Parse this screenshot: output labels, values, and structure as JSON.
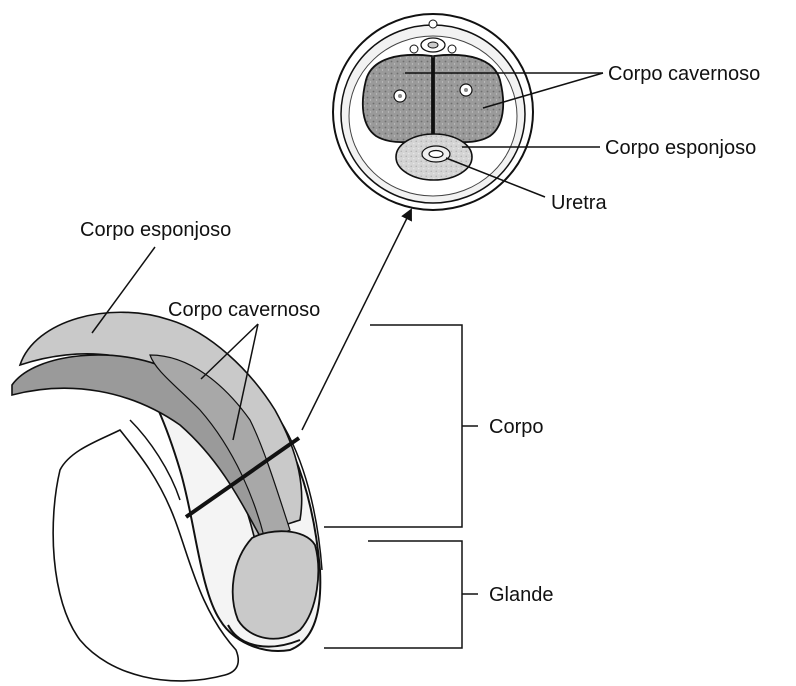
{
  "labels": {
    "cross_cavernoso": "Corpo cavernoso",
    "cross_esponjoso": "Corpo esponjoso",
    "cross_uretra": "Uretra",
    "side_esponjoso": "Corpo esponjoso",
    "side_cavernoso": "Corpo cavernoso",
    "corpo": "Corpo",
    "glande": "Glande"
  },
  "colors": {
    "tissue_dark": "#8f8f8f",
    "tissue_mid": "#b5b5b5",
    "tissue_light": "#d9d9d9",
    "outline": "#111111",
    "background": "#ffffff"
  }
}
